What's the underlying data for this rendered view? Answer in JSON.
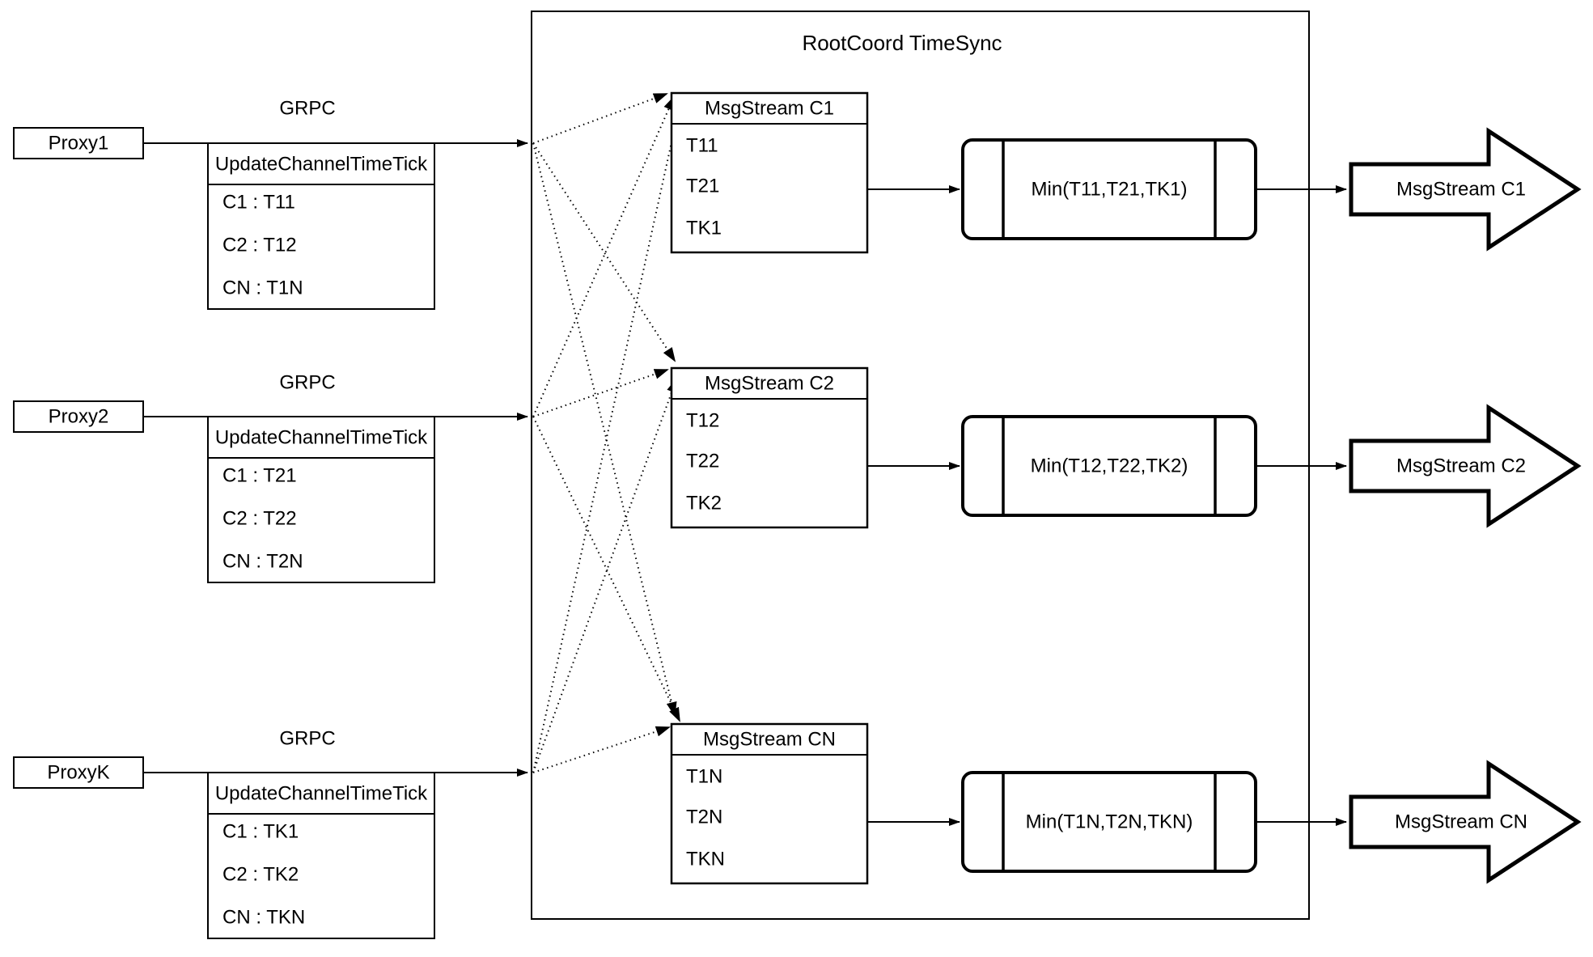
{
  "diagram": {
    "title": "RootCoord TimeSync",
    "grpc_label": "GRPC",
    "table_header": "UpdateChannelTimeTick",
    "proxies": [
      {
        "label": "Proxy1",
        "ticks": [
          "C1 : T11",
          "C2 : T12",
          "CN : T1N"
        ]
      },
      {
        "label": "Proxy2",
        "ticks": [
          "C1 : T21",
          "C2 : T22",
          "CN : T2N"
        ]
      },
      {
        "label": "ProxyK",
        "ticks": [
          "C1 : TK1",
          "C2 : TK2",
          "CN : TKN"
        ]
      }
    ],
    "streams": [
      {
        "header": "MsgStream C1",
        "values": [
          "T11",
          "T21",
          "TK1"
        ],
        "min_label": "Min(T11,T21,TK1)",
        "output_label": "MsgStream C1"
      },
      {
        "header": "MsgStream C2",
        "values": [
          "T12",
          "T22",
          "TK2"
        ],
        "min_label": "Min(T12,T22,TK2)",
        "output_label": "MsgStream C2"
      },
      {
        "header": "MsgStream CN",
        "values": [
          "T1N",
          "T2N",
          "TKN"
        ],
        "min_label": "Min(T1N,T2N,TKN)",
        "output_label": "MsgStream CN"
      }
    ],
    "colors": {
      "stroke": "#000000",
      "background": "#ffffff"
    }
  }
}
